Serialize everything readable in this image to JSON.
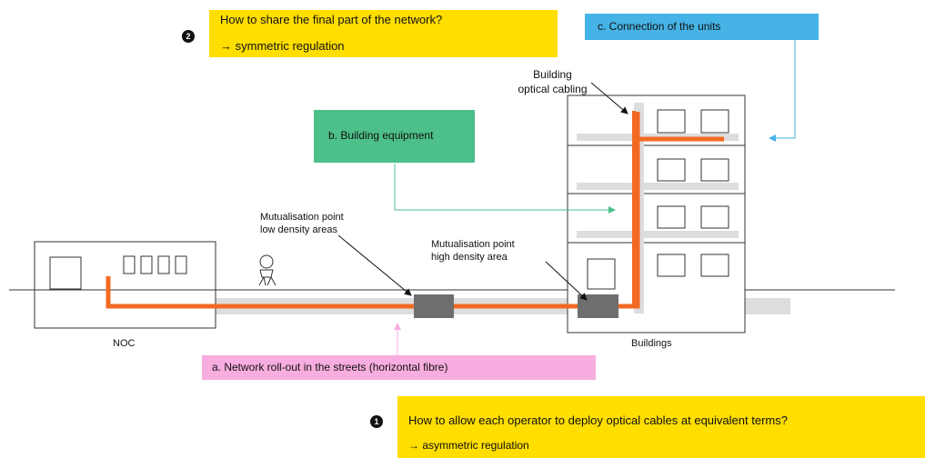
{
  "questions": {
    "q2": {
      "number": "2",
      "title": "How to share the final part of the network?",
      "answer": "→ symmetric regulation",
      "color": "#FFDE00"
    },
    "q1": {
      "number": "1",
      "title": "How to allow each operator to deploy optical cables at equivalent terms?",
      "answer": "→ asymmetric regulation",
      "color": "#FFDE00"
    }
  },
  "steps": {
    "a": {
      "label": "a. Network roll-out in the streets (horizontal fibre)",
      "color": "#F8ADE0"
    },
    "b": {
      "label": "b. Building equipment",
      "color": "#4DBF8A"
    },
    "c": {
      "label": "c. Connection of the units",
      "color": "#45B3E6"
    }
  },
  "annotations": {
    "building_cabling_line1": "Building",
    "building_cabling_line2": "optical cabling",
    "mp_low_line1": "Mutualisation point",
    "mp_low_line2": "low density areas",
    "mp_high_line1": "Mutualisation point",
    "mp_high_line2": "high density area"
  },
  "places": {
    "noc": "NOC",
    "buildings": "Buildings"
  },
  "colors": {
    "fibre": "#F26A21",
    "street": "#DDDDDD",
    "mutualisation_box": "#6E6E6E",
    "outline": "#333333"
  }
}
